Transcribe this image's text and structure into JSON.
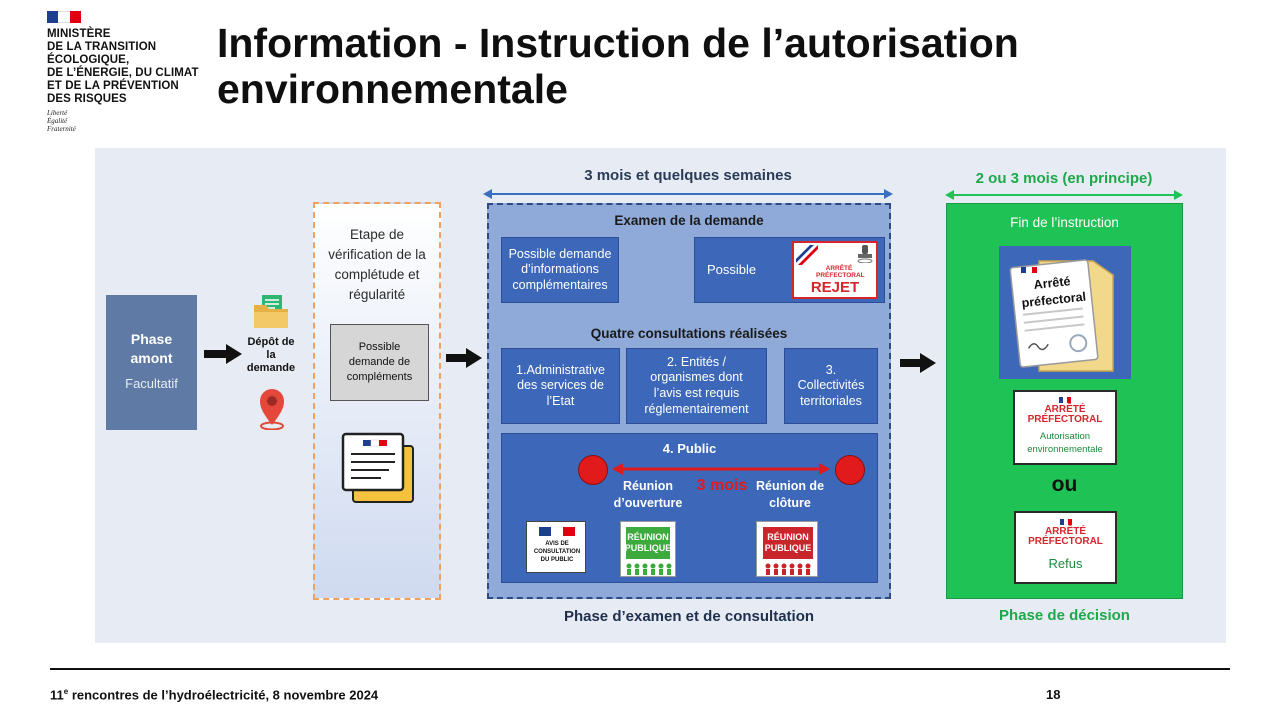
{
  "header": {
    "logo_lines": [
      "MINISTÈRE",
      "DE LA TRANSITION",
      "ÉCOLOGIQUE,",
      "DE L’ÉNERGIE, DU CLIMAT",
      "ET DE LA PRÉVENTION",
      "DES RISQUES"
    ],
    "motto": [
      "Liberté",
      "Égalité",
      "Fraternité"
    ],
    "title_line1": "Information - Instruction de l’autorisation",
    "title_line2": "environnementale"
  },
  "diagram": {
    "phase_amont": {
      "label": "Phase amont",
      "sub": "Facultatif"
    },
    "depot": {
      "label": "Dépôt de la demande"
    },
    "verification": {
      "title": "Etape de vérification de la complétude et régularité",
      "box": "Possible demande de compléments"
    },
    "examen": {
      "duration": "3 mois et quelques semaines",
      "title": "Examen de la demande",
      "info_box": "Possible demande d’informations complémentaires",
      "possible": "Possible",
      "rejet_top": "ARRÊTÉ PRÉFECTORAL",
      "rejet": "REJET",
      "consult_title": "Quatre consultations réalisées",
      "consult1": "1.Administrative des services de l’Etat",
      "consult2": "2. Entités / organismes dont l’avis est requis réglementairement",
      "consult3": "3. Collectivités territoriales",
      "public_title": "4. Public",
      "duration_public": "3 mois",
      "reunion_open": "Réunion d’ouverture",
      "reunion_close": "Réunion de clôture",
      "avis_text": "AVIS DE CONSULTATION DU PUBLIC",
      "reunion_sign": "RÉUNION PUBLIQUE",
      "caption": "Phase d’examen et de consultation"
    },
    "decision": {
      "duration": "2 ou 3 mois (en principe)",
      "title": "Fin de l’instruction",
      "doc_title": "Arrêté préfectoral",
      "card1_top": "ARRÊTÉ PRÉFECTORAL",
      "card1_bottom": "Autorisation environnementale",
      "ou": "ou",
      "card2_top": "ARRÊTÉ PRÉFECTORAL",
      "card2_bottom": "Refus",
      "caption": "Phase de décision"
    },
    "colors": {
      "blue": "#3d67b9",
      "green": "#1fc255",
      "red": "#d7262b"
    }
  },
  "footer": {
    "event_sup": "e",
    "event_prefix": "11",
    "event_rest": " rencontres de l’hydroélectricité, 8 novembre 2024",
    "page": "18"
  }
}
